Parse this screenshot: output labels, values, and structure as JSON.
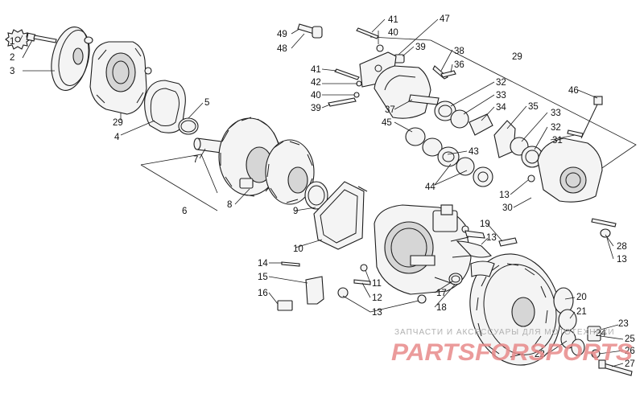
{
  "callouts": [
    {
      "id": "1",
      "text": "1"
    },
    {
      "id": "2",
      "text": "2"
    },
    {
      "id": "3",
      "text": "3"
    },
    {
      "id": "29a",
      "text": "29"
    },
    {
      "id": "4",
      "text": "4"
    },
    {
      "id": "5",
      "text": "5"
    },
    {
      "id": "7",
      "text": "7"
    },
    {
      "id": "6",
      "text": "6"
    },
    {
      "id": "8",
      "text": "8"
    },
    {
      "id": "9",
      "text": "9"
    },
    {
      "id": "10",
      "text": "10"
    },
    {
      "id": "49",
      "text": "49"
    },
    {
      "id": "48",
      "text": "48"
    },
    {
      "id": "41a",
      "text": "41"
    },
    {
      "id": "40a",
      "text": "40"
    },
    {
      "id": "47",
      "text": "47"
    },
    {
      "id": "39a",
      "text": "39"
    },
    {
      "id": "38",
      "text": "38"
    },
    {
      "id": "36",
      "text": "36"
    },
    {
      "id": "29b",
      "text": "29"
    },
    {
      "id": "41b",
      "text": "41"
    },
    {
      "id": "42",
      "text": "42"
    },
    {
      "id": "40b",
      "text": "40"
    },
    {
      "id": "39b",
      "text": "39"
    },
    {
      "id": "37",
      "text": "37"
    },
    {
      "id": "32a",
      "text": "32"
    },
    {
      "id": "33a",
      "text": "33"
    },
    {
      "id": "34",
      "text": "34"
    },
    {
      "id": "35",
      "text": "35"
    },
    {
      "id": "33b",
      "text": "33"
    },
    {
      "id": "32b",
      "text": "32"
    },
    {
      "id": "31",
      "text": "31"
    },
    {
      "id": "46",
      "text": "46"
    },
    {
      "id": "45",
      "text": "45"
    },
    {
      "id": "43",
      "text": "43"
    },
    {
      "id": "44",
      "text": "44"
    },
    {
      "id": "13a",
      "text": "13"
    },
    {
      "id": "30",
      "text": "30"
    },
    {
      "id": "28",
      "text": "28"
    },
    {
      "id": "13b",
      "text": "13"
    },
    {
      "id": "19",
      "text": "19"
    },
    {
      "id": "13c",
      "text": "13"
    },
    {
      "id": "14",
      "text": "14"
    },
    {
      "id": "15",
      "text": "15"
    },
    {
      "id": "16",
      "text": "16"
    },
    {
      "id": "11",
      "text": "11"
    },
    {
      "id": "12",
      "text": "12"
    },
    {
      "id": "13d",
      "text": "13"
    },
    {
      "id": "17",
      "text": "17"
    },
    {
      "id": "18",
      "text": "18"
    },
    {
      "id": "20",
      "text": "20"
    },
    {
      "id": "21",
      "text": "21"
    },
    {
      "id": "23",
      "text": "23"
    },
    {
      "id": "24",
      "text": "24"
    },
    {
      "id": "25",
      "text": "25"
    },
    {
      "id": "22",
      "text": "22"
    },
    {
      "id": "26",
      "text": "26"
    },
    {
      "id": "27",
      "text": "27"
    }
  ],
  "watermark": {
    "caption": "ЗАПЧАСТИ И АКСЕССУАРЫ ДЛЯ МОТОТЕХНИКИ",
    "logo": "PARTSFORSPORTS"
  }
}
